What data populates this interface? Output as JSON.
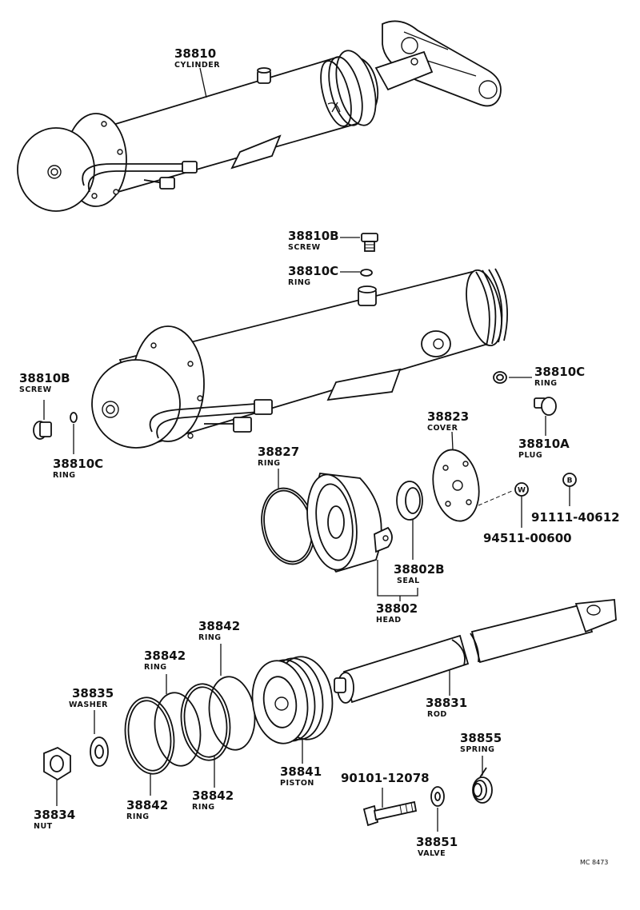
{
  "diagram_code": "MC 8473",
  "parts": {
    "cylinder": {
      "number": "38810",
      "name": "CYLINDER"
    },
    "screw_top": {
      "number": "38810B",
      "name": "SCREW"
    },
    "ring_top": {
      "number": "38810C",
      "name": "RING"
    },
    "screw_left": {
      "number": "38810B",
      "name": "SCREW"
    },
    "ring_left": {
      "number": "38810C",
      "name": "RING"
    },
    "ring_right": {
      "number": "38810C",
      "name": "RING"
    },
    "plug": {
      "number": "38810A",
      "name": "PLUG"
    },
    "cover": {
      "number": "38823",
      "name": "COVER"
    },
    "ring_head": {
      "number": "38827",
      "name": "RING"
    },
    "seal": {
      "number": "38802B",
      "name": "SEAL"
    },
    "head": {
      "number": "38802",
      "name": "HEAD"
    },
    "washer_w": {
      "number": "94511-00600",
      "symbol": "W"
    },
    "bolt_b": {
      "number": "91111-40612",
      "symbol": "B"
    },
    "rod": {
      "number": "38831",
      "name": "ROD"
    },
    "piston_ring_upper": {
      "number": "38842",
      "name": "RING"
    },
    "piston_ring_mid": {
      "number": "38842",
      "name": "RING"
    },
    "piston_ring_lower_left": {
      "number": "38842",
      "name": "RING"
    },
    "piston_ring_lower_right": {
      "number": "38842",
      "name": "RING"
    },
    "washer": {
      "number": "38835",
      "name": "WASHER"
    },
    "nut": {
      "number": "38834",
      "name": "NUT"
    },
    "piston": {
      "number": "38841",
      "name": "PISTON"
    },
    "bolt": {
      "number": "90101-12078"
    },
    "valve": {
      "number": "38851",
      "name": "VALVE"
    },
    "spring": {
      "number": "38855",
      "name": "SPRING"
    }
  }
}
